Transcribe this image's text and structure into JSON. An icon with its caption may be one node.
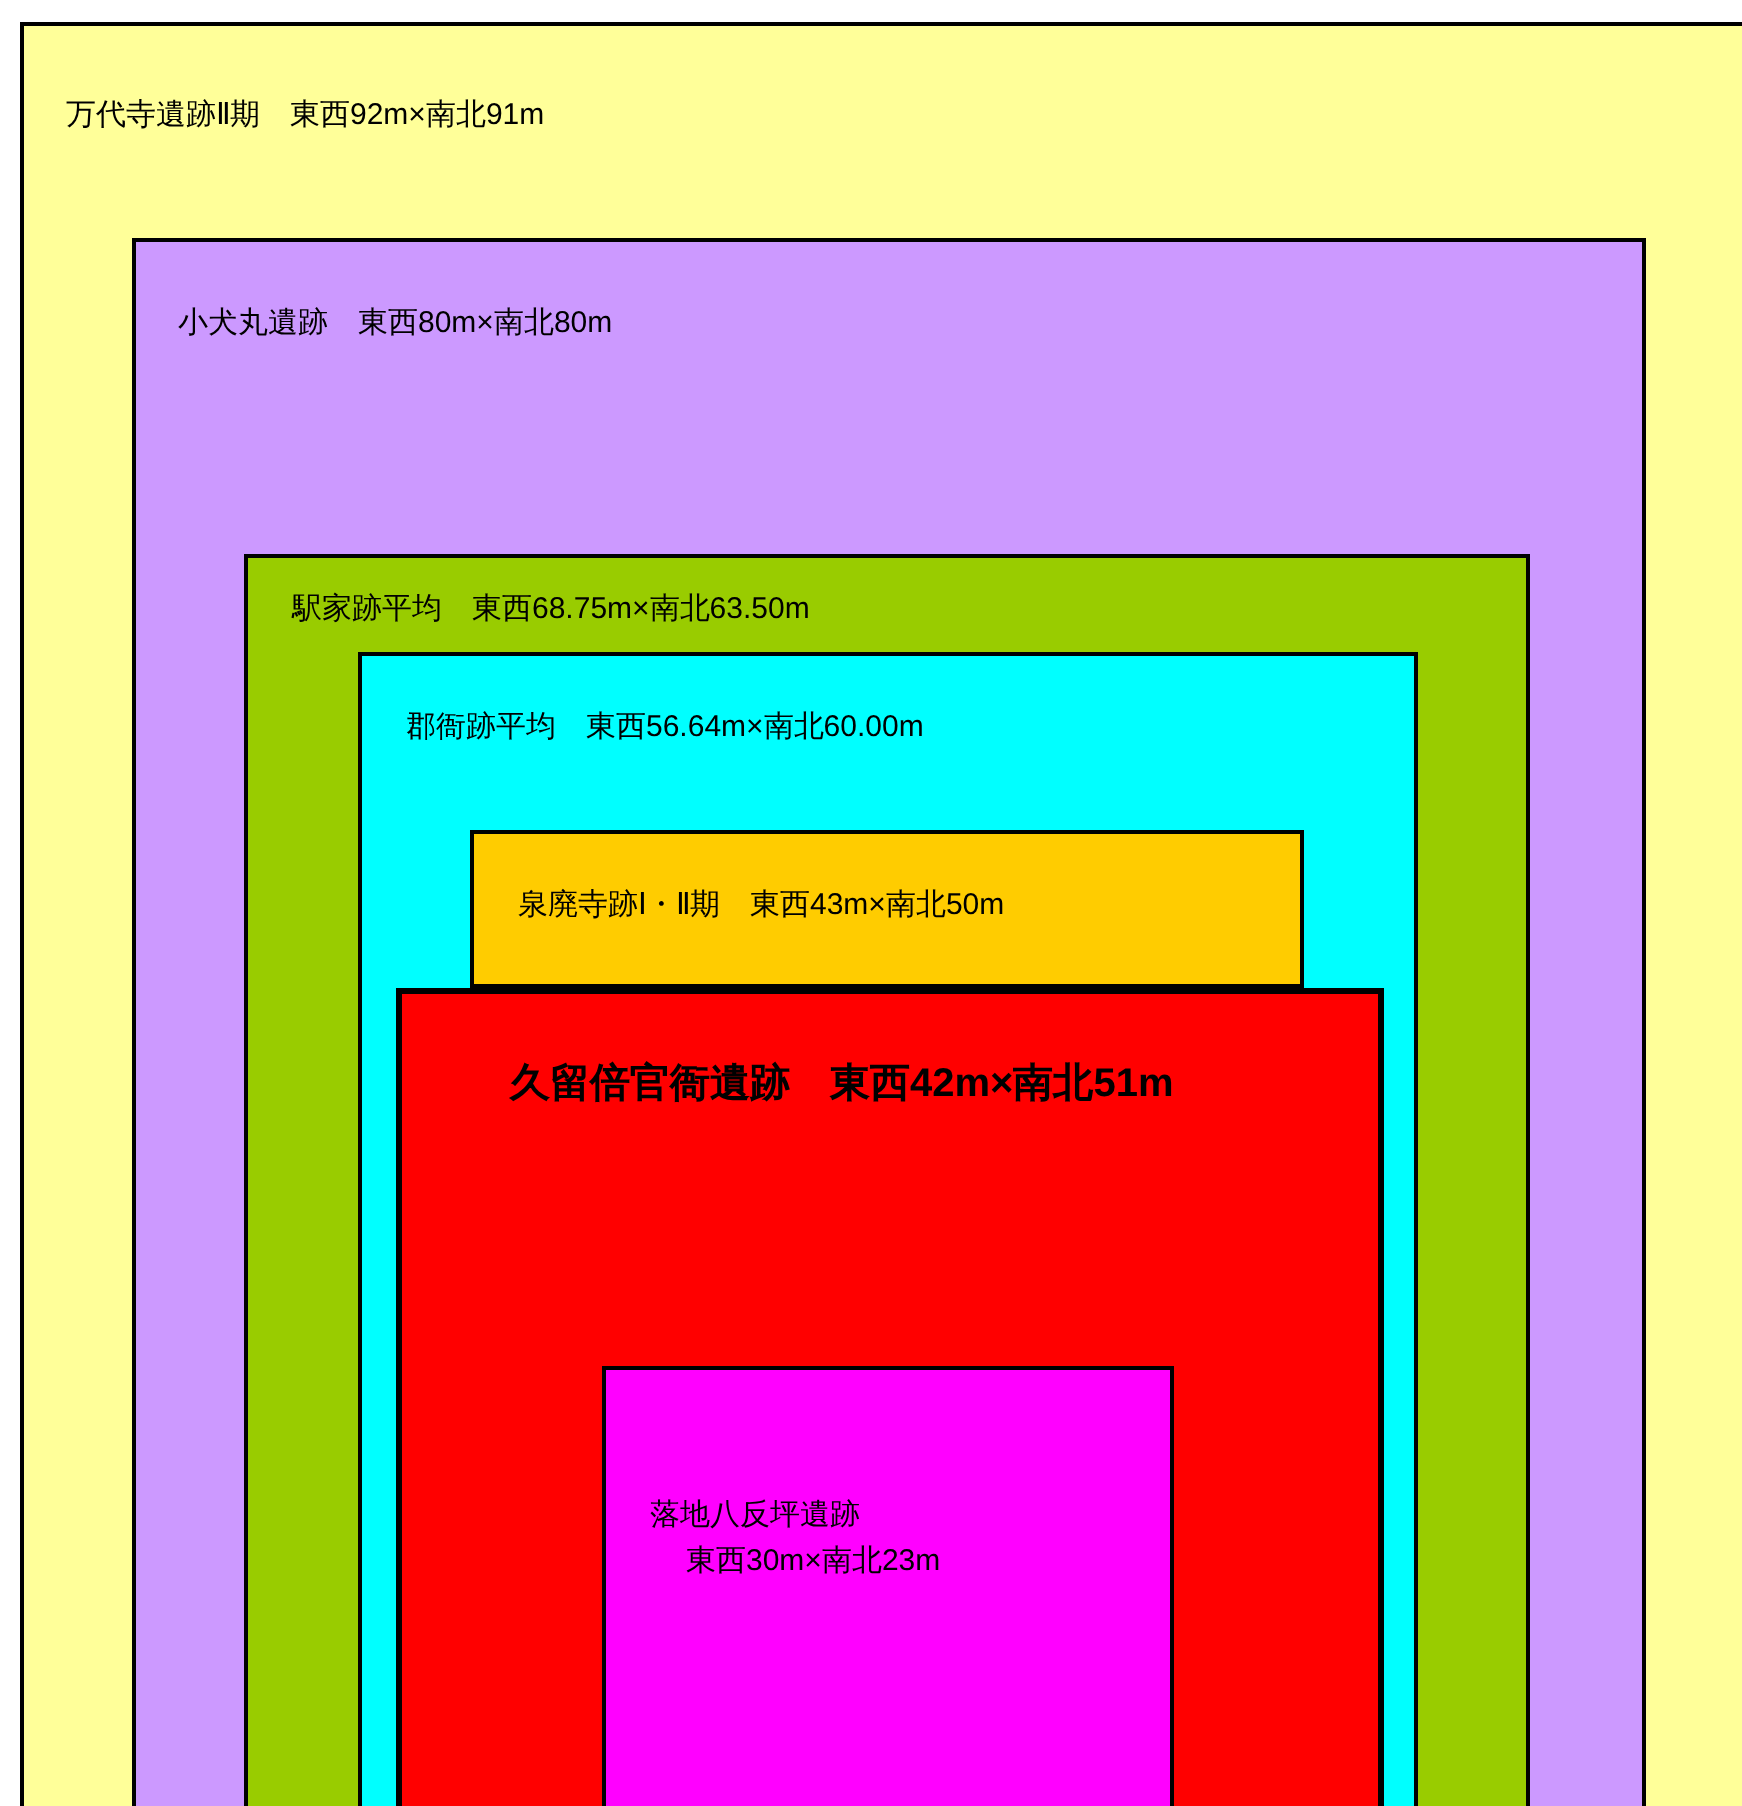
{
  "diagram": {
    "nodes": [
      {
        "text": [
          "万代寺遺跡Ⅱ期　東西92m×南北91m"
        ]
      },
      {
        "text": [
          "小犬丸遺跡　東西80m×南北80m"
        ],
        "in": 0
      },
      {
        "text": [
          "駅家跡平均　東西68.75m×南北63.50m"
        ],
        "in": 1
      },
      {
        "text": [
          "郡衙跡平均　東西56.64m×南北60.00m"
        ],
        "in": 2
      },
      {
        "text": [
          "泉廃寺跡Ⅰ・Ⅱ期　東西43m×南北50m"
        ],
        "in": 3
      },
      {
        "text": [
          "久留倍官衙遺跡　東西42m×南北51m"
        ],
        "in": 3
      },
      {
        "text": [
          "落地八反坪遺跡",
          "東西30m×南北23m"
        ],
        "in": 5
      }
    ]
  }
}
